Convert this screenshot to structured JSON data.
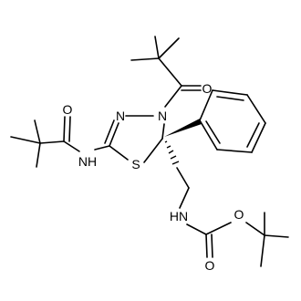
{
  "figure": {
    "kind": "chemical-structure",
    "background": "#ffffff",
    "line_color": "#000000"
  },
  "atom_labels": {
    "n_ring_left": "N",
    "n_ring_right": "N",
    "s_ring": "S",
    "o_top_acyl": "O",
    "o_left_acyl": "O",
    "nh_left_amide": "NH",
    "hn_carbamate": "HN",
    "o_carbamate_ester": "O",
    "o_carbamate_carbonyl": "O"
  }
}
